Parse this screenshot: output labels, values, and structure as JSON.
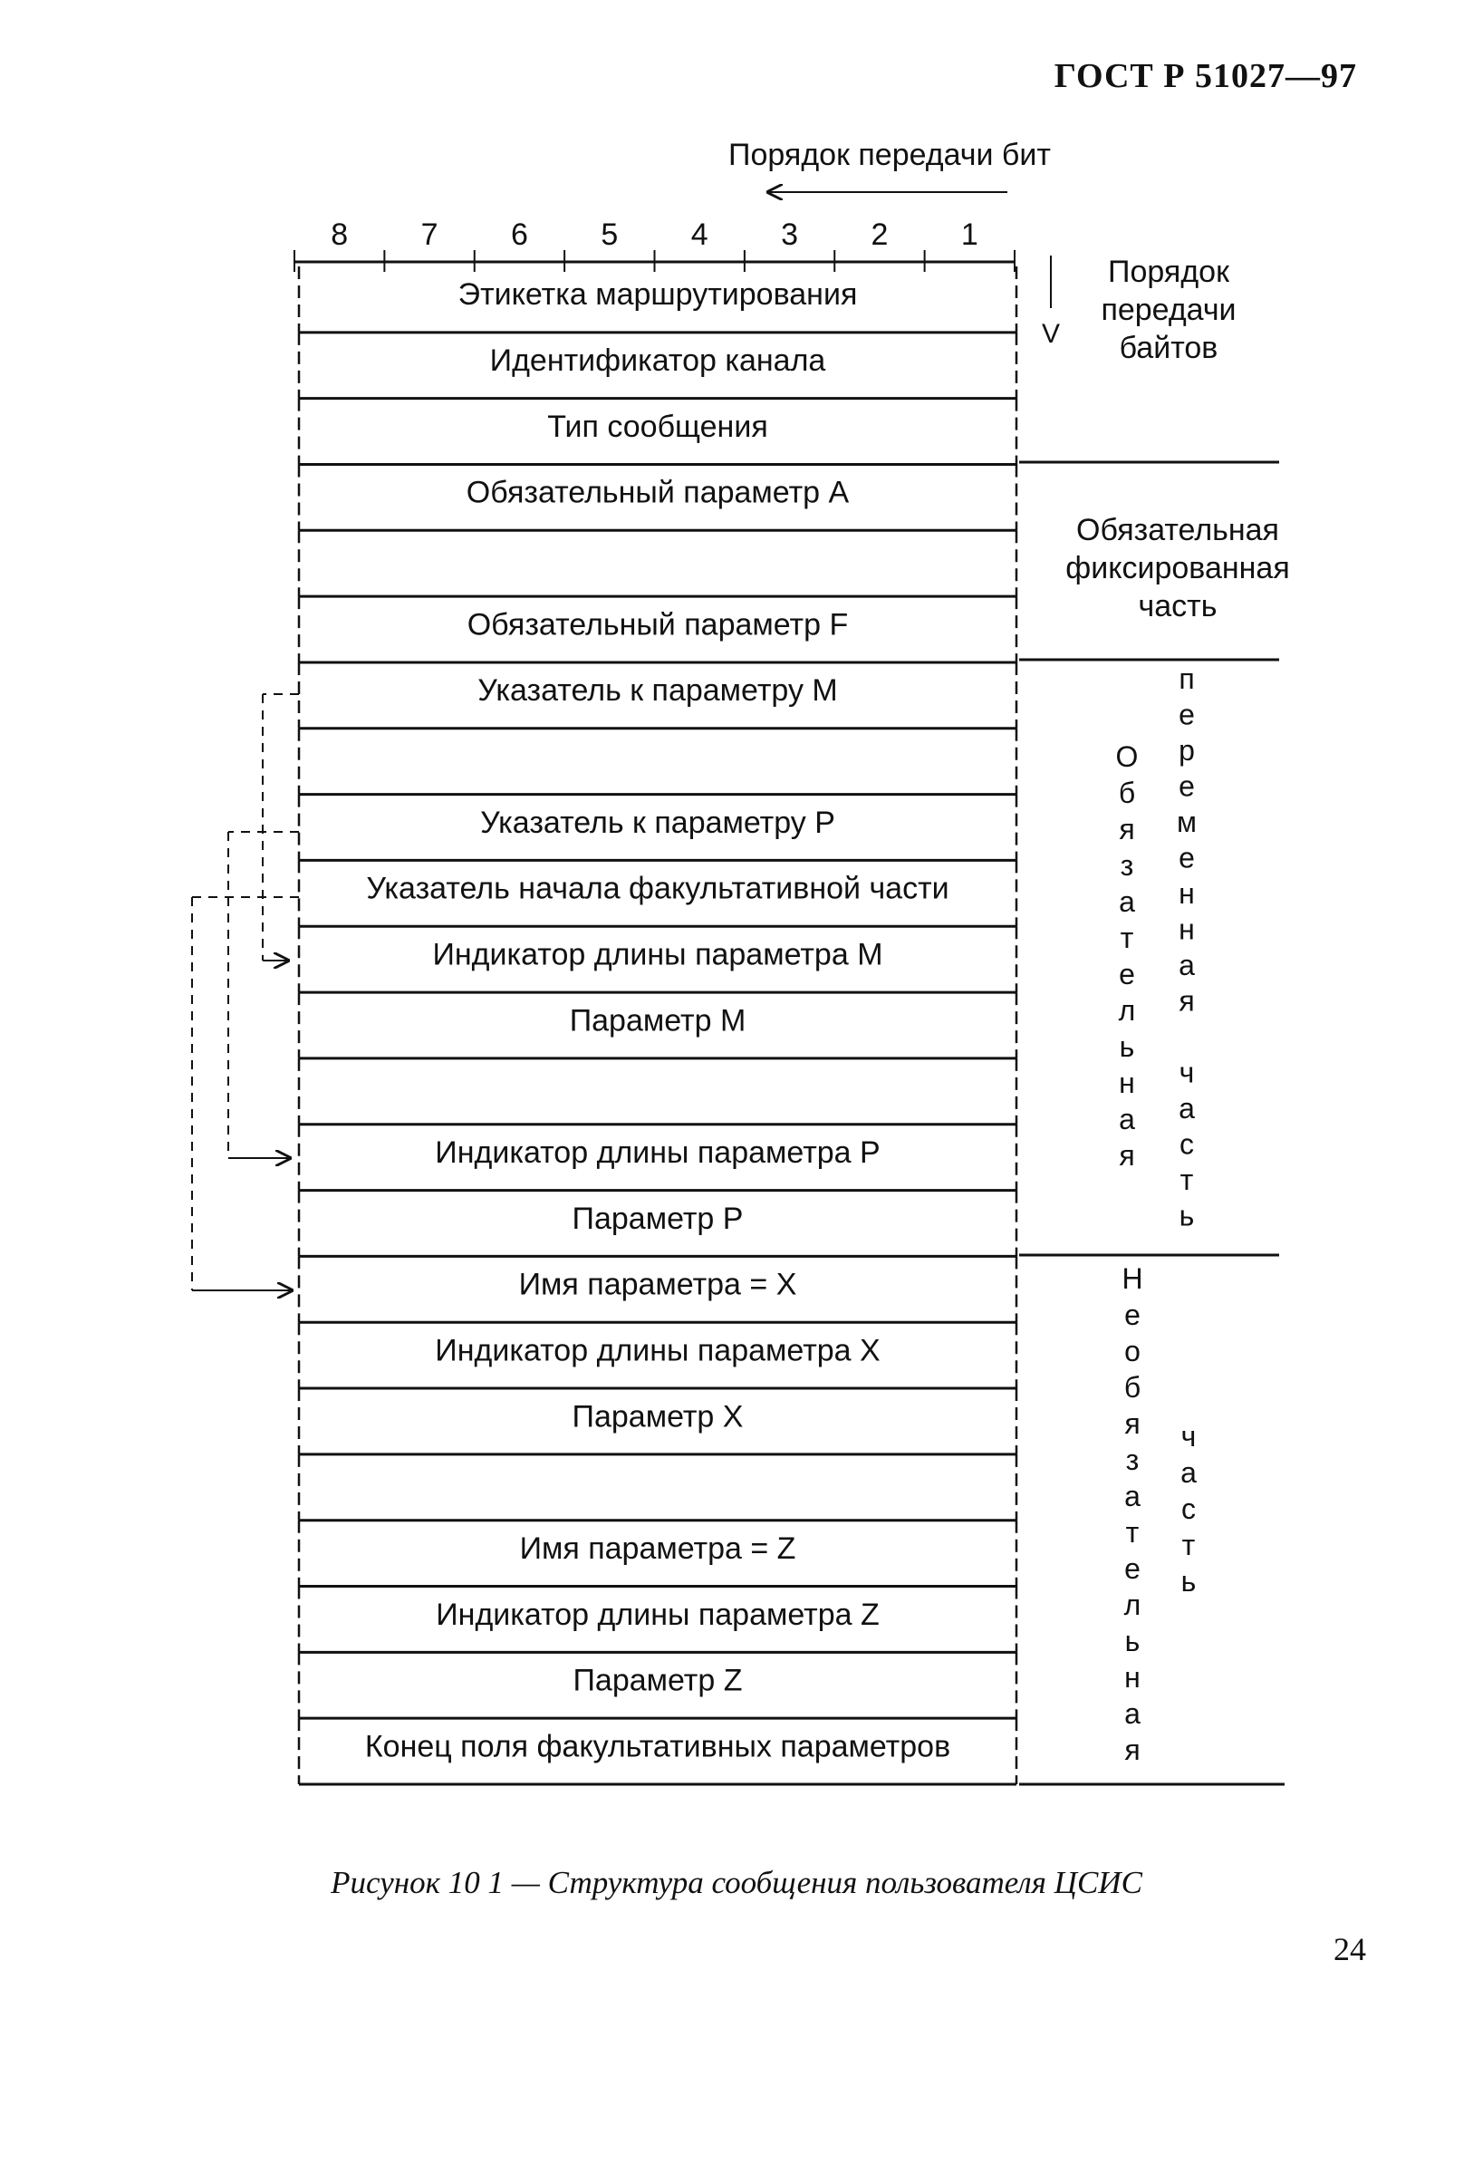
{
  "header": {
    "standard": "ГОСТ Р 51027—97"
  },
  "diagram": {
    "bit_order_label": "Порядок передачи бит",
    "bit_numbers": [
      "8",
      "7",
      "6",
      "5",
      "4",
      "3",
      "2",
      "1"
    ],
    "byte_order_label": [
      "Порядок",
      "передачи",
      "байтов"
    ],
    "fields": [
      "Этикетка маршрутирования",
      "Идентификатор канала",
      "Тип сообщения",
      "Обязательный параметр А",
      "",
      "Обязательный параметр F",
      "Указатель к параметру М",
      "",
      "Указатель к параметру Р",
      "Указатель начала факультативной части",
      "Индикатор длины параметра М",
      "Параметр М",
      "",
      "Индикатор длины параметра Р",
      "Параметр Р",
      "Имя параметра = X",
      "Индикатор длины параметра X",
      "Параметр X",
      "",
      "Имя параметра = Z",
      "Индикатор длины параметра Z",
      "Параметр Z",
      "Конец поля факультативных параметров"
    ],
    "section_fixed": [
      "Обязательная",
      "фиксированная",
      "часть"
    ],
    "section_variable_left": "Обязательная",
    "section_variable_right": "переменная часть",
    "section_optional_left": "Необязательная",
    "section_optional_right": "часть"
  },
  "caption": "Рисунок 10 1 — Структура сообщения пользователя ЦСИС",
  "page_number": "24"
}
